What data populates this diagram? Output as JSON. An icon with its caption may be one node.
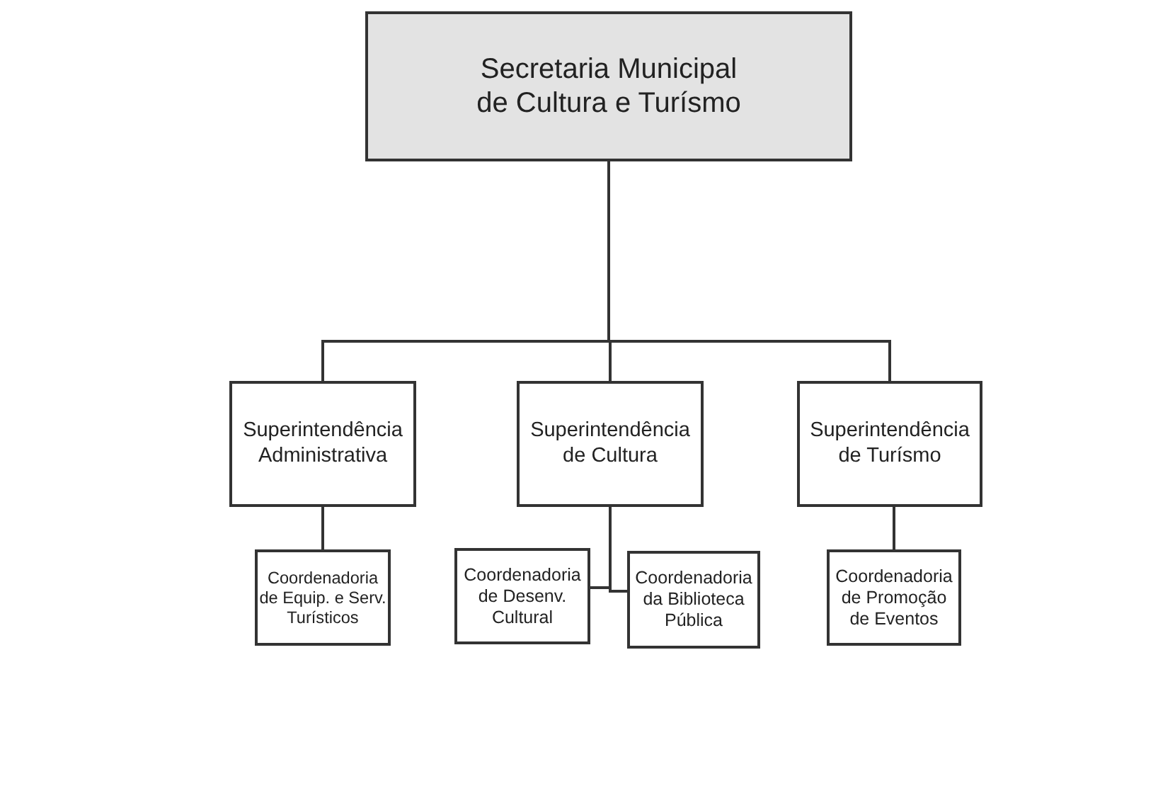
{
  "diagram": {
    "nodes": [
      {
        "text": [
          "Secretaria Municipal de Cultura e Turísmo"
        ]
      },
      {
        "text": [
          "Superintendência Administrativa"
        ]
      },
      {
        "text": [
          "Superintendência de Cultura"
        ]
      },
      {
        "text": [
          "Superintendência de Turísmo"
        ]
      },
      {
        "text": [
          "Coordenadoria de Equip. e Serv. Turísticos"
        ]
      },
      {
        "text": [
          "Coordenadoria de Desenv. Cultural"
        ]
      },
      {
        "text": [
          "Coordenadoria da Biblioteca Pública"
        ]
      },
      {
        "text": [
          "Coordenadoria de Promoção de Eventos"
        ]
      }
    ],
    "edges": [
      {
        "from": 0,
        "to": 1,
        "arrow": "none"
      },
      {
        "from": 0,
        "to": 2,
        "arrow": "none"
      },
      {
        "from": 0,
        "to": 3,
        "arrow": "none"
      },
      {
        "from": 1,
        "to": 4,
        "arrow": "none"
      },
      {
        "from": 2,
        "to": 5,
        "arrow": "none"
      },
      {
        "from": 2,
        "to": 6,
        "arrow": "none"
      },
      {
        "from": 3,
        "to": 7,
        "arrow": "none"
      }
    ]
  }
}
